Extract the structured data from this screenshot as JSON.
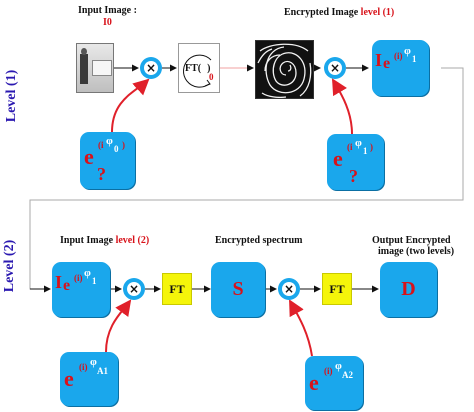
{
  "level1": {
    "side_label": "Level (1)",
    "input_title": "Input Image :",
    "input_name": "I0",
    "ft_text": "FT(",
    "ft_close": ")",
    "ft_sub": "0",
    "encrypted_title": "Encrypted Image",
    "encrypted_level": "level (1)",
    "out_main": "I",
    "out_e": "e",
    "out_i": "(i)",
    "out_phi": "φ",
    "out_sub": "1",
    "mask1_e": "e",
    "mask1_i": "(i",
    "mask1_phi": "φ",
    "mask1_sub": "0",
    "mask1_close": ")",
    "mask1_q": "?",
    "mask2_e": "e",
    "mask2_i": "(i",
    "mask2_phi": "φ",
    "mask2_sub": "1",
    "mask2_close": ")",
    "mask2_q": "?"
  },
  "level2": {
    "side_label": "Level (2)",
    "input_title": "Input Image",
    "input_level": "level (2)",
    "spectrum_title": "Encrypted spectrum",
    "output_title_1": "Output Encrypted",
    "output_title_2": "image (two levels)",
    "in_main": "I",
    "in_e": "e",
    "in_i": "(i)",
    "in_phi": "φ",
    "in_sub": "1",
    "ft1": "FT",
    "ft2": "FT",
    "s_label": "S",
    "d_label": "D",
    "maskA1_e": "e",
    "maskA1_i": "(i)",
    "maskA1_phi": "φ",
    "maskA1_sub": "A1",
    "maskA2_e": "e",
    "maskA2_i": "(i)",
    "maskA2_phi": "φ",
    "maskA2_sub": "A2"
  },
  "multiply_symbol": "×",
  "colors": {
    "blue": "#1aa7ec",
    "yellow": "#f5f50a",
    "red_accent": "#d8121a",
    "level_label": "#2a18b0",
    "arrow_red": "#e0202a"
  }
}
